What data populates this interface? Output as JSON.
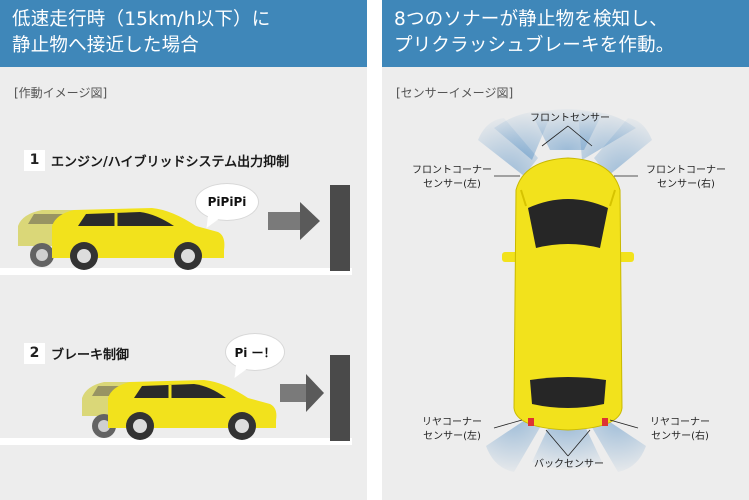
{
  "left_panel": {
    "header_line1": "低速走行時（15km/h以下）に",
    "header_line2": "静止物へ接近した場合",
    "image_label": "[作動イメージ図]",
    "steps": [
      {
        "number": "1",
        "text": "エンジン/ハイブリッドシステム出力抑制",
        "bubble": "PiPiPi"
      },
      {
        "number": "2",
        "text": "ブレーキ制御",
        "bubble": "Pi ー！"
      }
    ]
  },
  "right_panel": {
    "header_line1": "8つのソナーが静止物を検知し、",
    "header_line2": "プリクラッシュブレーキを作動。",
    "image_label": "[センサーイメージ図]",
    "sensors": {
      "front": "フロントセンサー",
      "front_corner_left_1": "フロントコーナー",
      "front_corner_left_2": "センサー(左)",
      "front_corner_right_1": "フロントコーナー",
      "front_corner_right_2": "センサー(右)",
      "rear_corner_left_1": "リヤコーナー",
      "rear_corner_left_2": "センサー(左)",
      "rear_corner_right_1": "リヤコーナー",
      "rear_corner_right_2": "センサー(右)",
      "back": "バックセンサー"
    }
  },
  "colors": {
    "header_bg": "#3f87b9",
    "panel_bg": "#ededed",
    "car_yellow": "#f2e21c",
    "car_faded": "#d9d56c",
    "wall": "#4a4a4a",
    "sonar_blue": "#5b93c6"
  }
}
